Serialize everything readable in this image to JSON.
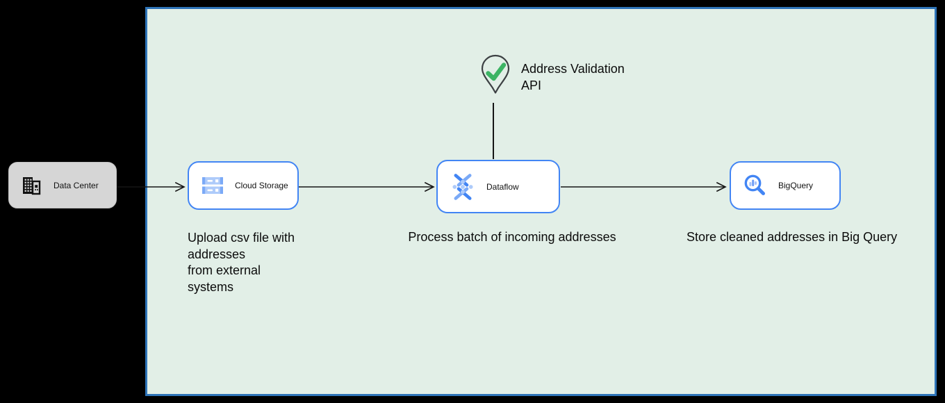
{
  "diagram": {
    "kind": "cloud-architecture-flow",
    "canvas_bg": "#000000",
    "container": {
      "fill": "#e2efe7",
      "border_color": "#2e74b8"
    }
  },
  "nodes": {
    "data_center": {
      "label": "Data Center",
      "fill": "#d6d6d6",
      "icon": "building-icon"
    },
    "cloud_storage": {
      "label": "Cloud Storage",
      "fill": "#ffffff",
      "border": "#4285f4",
      "icon": "cloud-storage-icon"
    },
    "dataflow": {
      "label": "Dataflow",
      "fill": "#ffffff",
      "border": "#4285f4",
      "icon": "dataflow-icon"
    },
    "bigquery": {
      "label": "BigQuery",
      "fill": "#ffffff",
      "border": "#4285f4",
      "icon": "bigquery-icon"
    }
  },
  "annotations": {
    "address_validation": "Address Validation\nAPI",
    "caption_upload": "Upload csv file with\naddresses\nfrom external\nsystems",
    "caption_process": "Process batch of incoming addresses",
    "caption_store": "Store cleaned addresses in Big Query"
  },
  "edges": [
    {
      "from": "data_center",
      "to": "cloud_storage",
      "style": "open-arrow"
    },
    {
      "from": "cloud_storage",
      "to": "dataflow",
      "style": "open-arrow"
    },
    {
      "from": "dataflow",
      "to": "bigquery",
      "style": "open-arrow"
    },
    {
      "from": "address_validation_pin",
      "to": "dataflow",
      "style": "plain-line"
    }
  ],
  "colors": {
    "google_blue": "#4285f4",
    "light_blue": "#aecbfa",
    "mid_blue": "#7baaf7",
    "check_green": "#3cb464",
    "pin_outline": "#3c4043",
    "edge_stroke": "#151515"
  }
}
